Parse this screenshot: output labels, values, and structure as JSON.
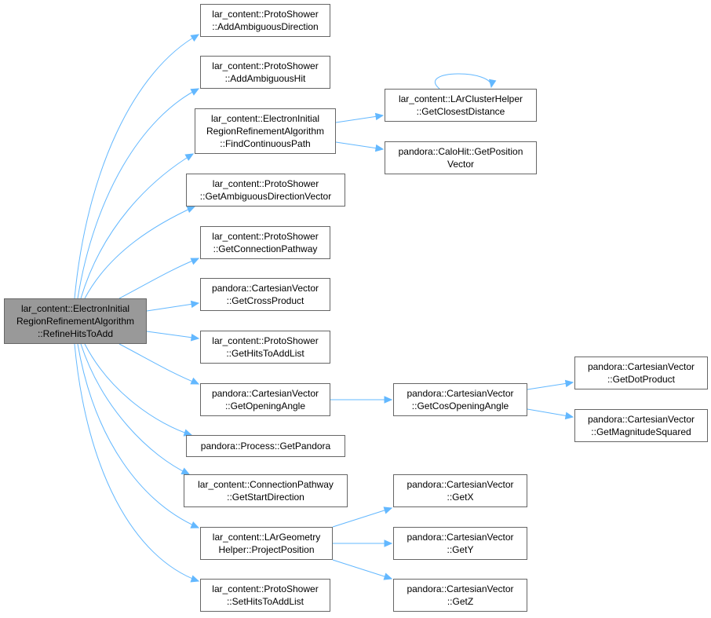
{
  "colors": {
    "edge": "#63b8ff",
    "root_fill": "#999999",
    "node_border": "#666666"
  },
  "nodes": {
    "root": {
      "lines": [
        "lar_content::ElectronInitial",
        "RegionRefinementAlgorithm",
        "::RefineHitsToAdd"
      ]
    },
    "addAmbDir": {
      "lines": [
        "lar_content::ProtoShower",
        "::AddAmbiguousDirection"
      ]
    },
    "addAmbHit": {
      "lines": [
        "lar_content::ProtoShower",
        "::AddAmbiguousHit"
      ]
    },
    "findCont": {
      "lines": [
        "lar_content::ElectronInitial",
        "RegionRefinementAlgorithm",
        "::FindContinuousPath"
      ]
    },
    "getAmbDirVec": {
      "lines": [
        "lar_content::ProtoShower",
        "::GetAmbiguousDirectionVector"
      ]
    },
    "getConnPath": {
      "lines": [
        "lar_content::ProtoShower",
        "::GetConnectionPathway"
      ]
    },
    "getCross": {
      "lines": [
        "pandora::CartesianVector",
        "::GetCrossProduct"
      ]
    },
    "getHits": {
      "lines": [
        "lar_content::ProtoShower",
        "::GetHitsToAddList"
      ]
    },
    "getOpen": {
      "lines": [
        "pandora::CartesianVector",
        "::GetOpeningAngle"
      ]
    },
    "getPandora": {
      "lines": [
        "pandora::Process::GetPandora"
      ]
    },
    "getStartDir": {
      "lines": [
        "lar_content::ConnectionPathway",
        "::GetStartDirection"
      ]
    },
    "projPos": {
      "lines": [
        "lar_content::LArGeometry",
        "Helper::ProjectPosition"
      ]
    },
    "setHits": {
      "lines": [
        "lar_content::ProtoShower",
        "::SetHitsToAddList"
      ]
    },
    "closest": {
      "lines": [
        "lar_content::LArClusterHelper",
        "::GetClosestDistance"
      ]
    },
    "posVec": {
      "lines": [
        "pandora::CaloHit::GetPosition",
        "Vector"
      ]
    },
    "cosOpen": {
      "lines": [
        "pandora::CartesianVector",
        "::GetCosOpeningAngle"
      ]
    },
    "getX": {
      "lines": [
        "pandora::CartesianVector",
        "::GetX"
      ]
    },
    "getY": {
      "lines": [
        "pandora::CartesianVector",
        "::GetY"
      ]
    },
    "getZ": {
      "lines": [
        "pandora::CartesianVector",
        "::GetZ"
      ]
    },
    "dot": {
      "lines": [
        "pandora::CartesianVector",
        "::GetDotProduct"
      ]
    },
    "magSq": {
      "lines": [
        "pandora::CartesianVector",
        "::GetMagnitudeSquared"
      ]
    }
  }
}
